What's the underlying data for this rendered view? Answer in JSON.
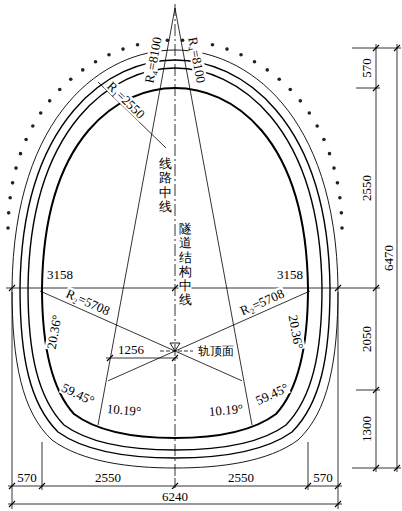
{
  "diagram": {
    "labels": [
      "R₄=8100",
      "R₄=8100",
      "线路中线",
      "R₁=2550",
      "隧道结构中线",
      "3158",
      "3158",
      "R₂=5708",
      "R₂=5708",
      "20.36°",
      "20.36°",
      "1256",
      "轨顶面",
      "59.45°",
      "10.19°",
      "10.19°",
      "59.45°",
      "570",
      "2550",
      "6470",
      "2050",
      "1300",
      "570",
      "2550",
      "2550",
      "570",
      "6240"
    ]
  }
}
